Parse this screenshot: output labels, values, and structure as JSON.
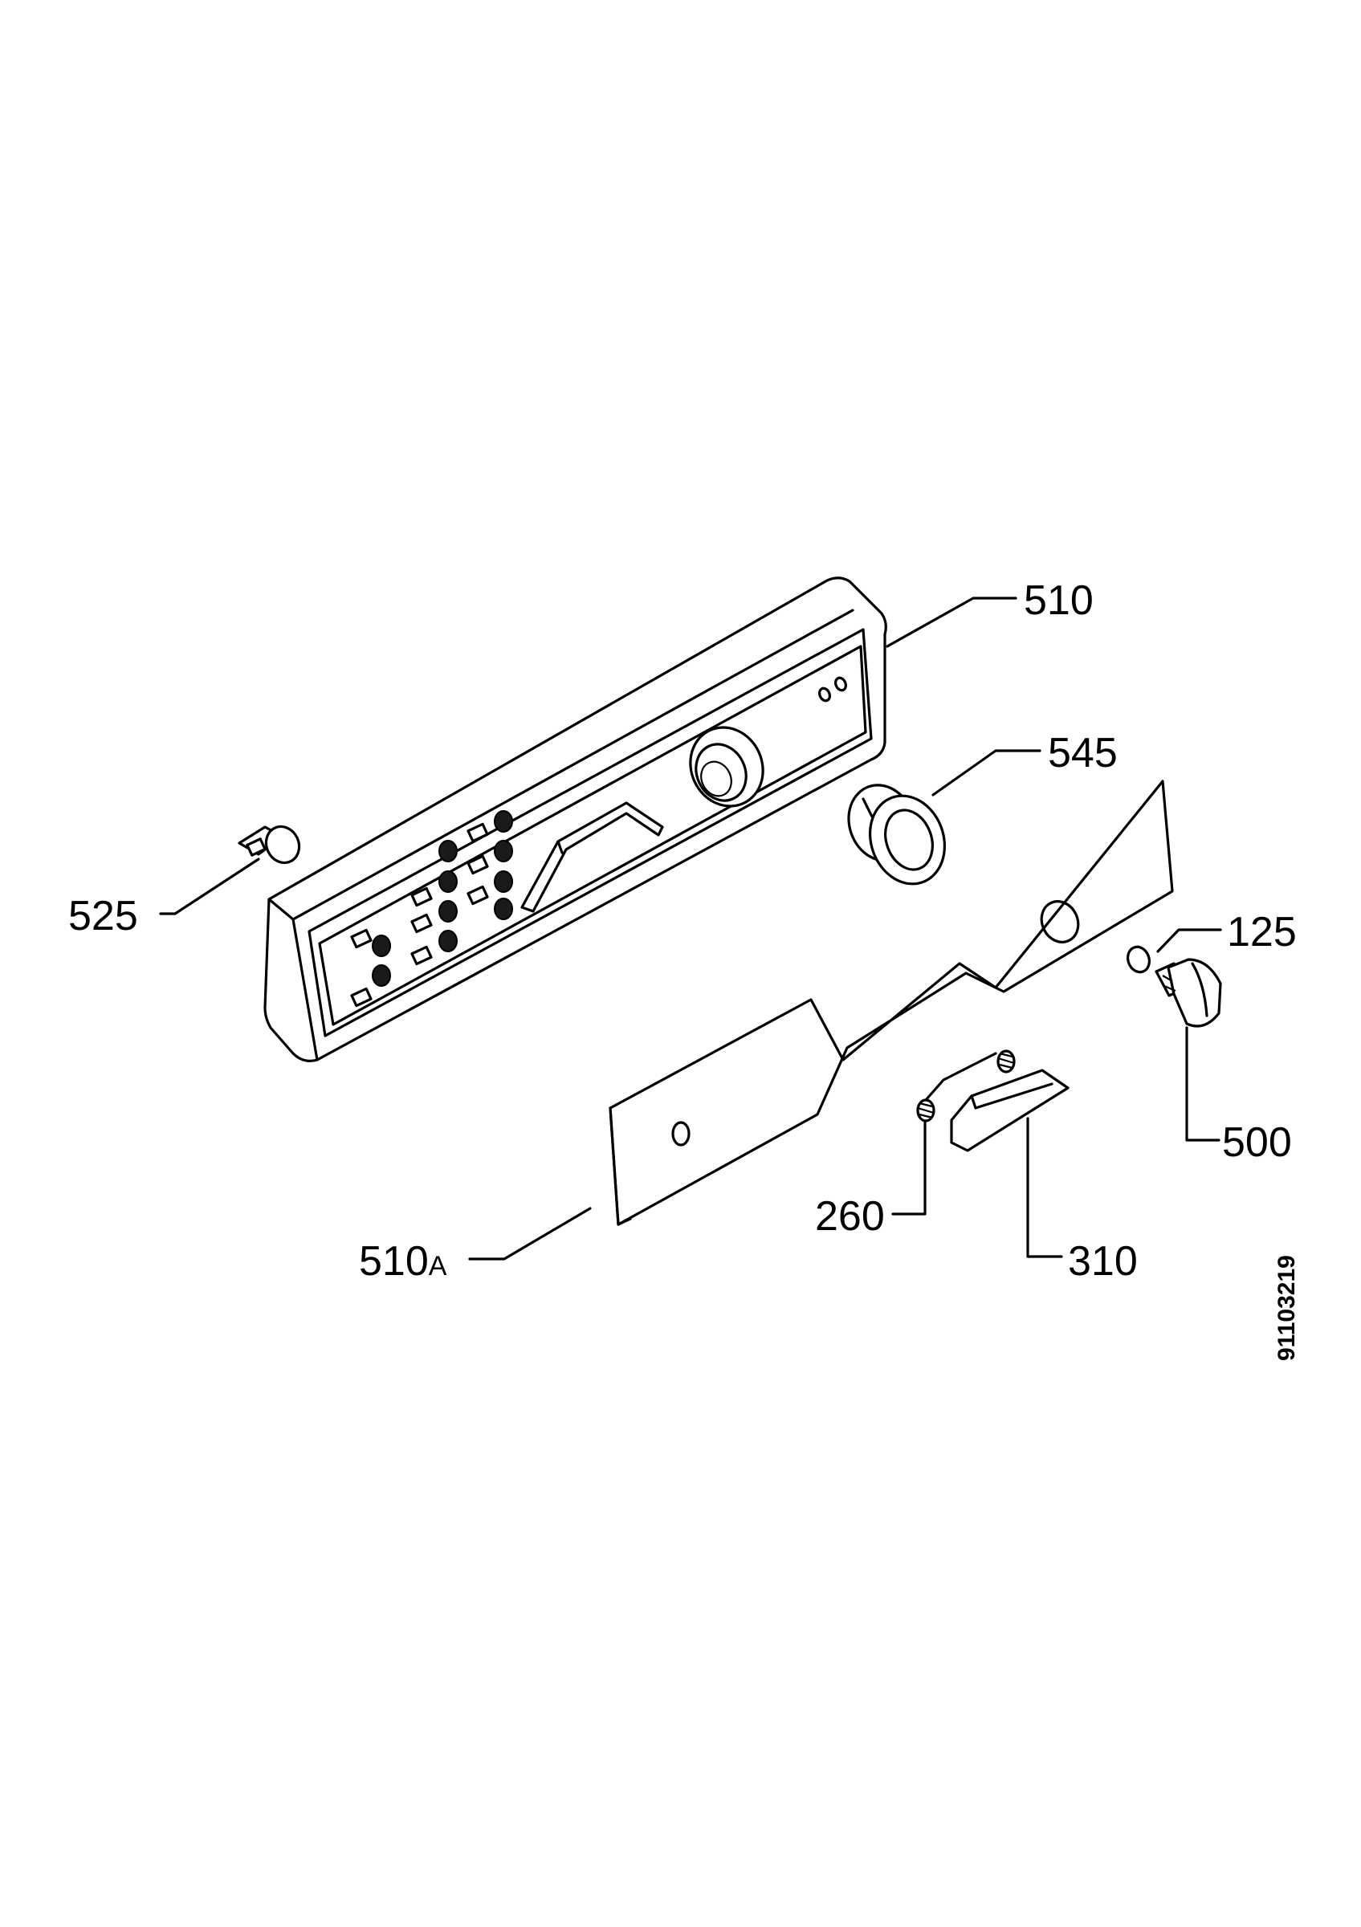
{
  "diagram": {
    "callouts": [
      {
        "id": "510",
        "text": "510"
      },
      {
        "id": "545",
        "text": "545"
      },
      {
        "id": "525",
        "text": "525"
      },
      {
        "id": "125",
        "text": "125"
      },
      {
        "id": "500",
        "text": "500"
      },
      {
        "id": "260",
        "text": "260"
      },
      {
        "id": "510a",
        "text": "510",
        "suffix": "A"
      },
      {
        "id": "310",
        "text": "310"
      }
    ],
    "document_number": "91103219"
  },
  "colors": {
    "line": "#000000",
    "background": "#ffffff"
  }
}
